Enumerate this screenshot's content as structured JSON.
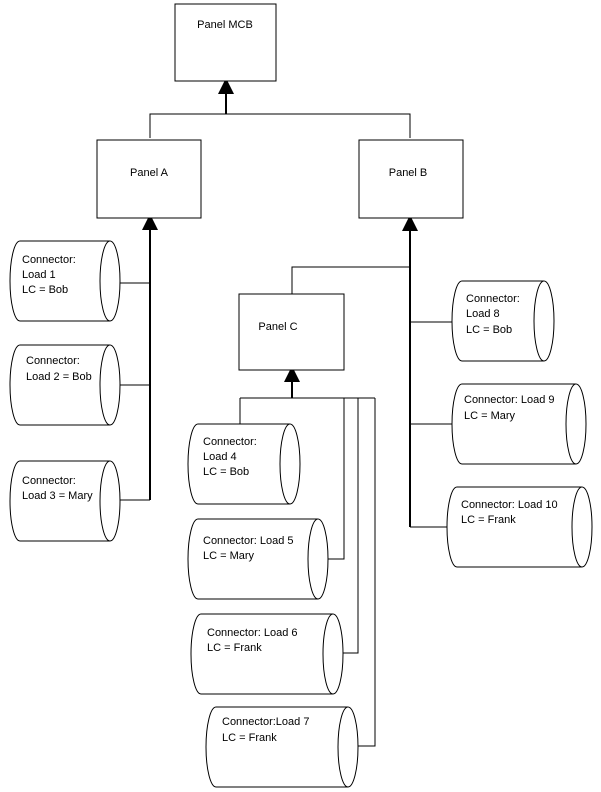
{
  "panels": {
    "mcb": "Panel MCB",
    "a": "Panel A",
    "b": "Panel B",
    "c": "Panel C"
  },
  "connectors": {
    "load1": [
      "Connector:",
      "Load 1",
      "LC = Bob"
    ],
    "load2": [
      "Connector:",
      "Load 2 = Bob"
    ],
    "load3": [
      "Connector:",
      "Load 3 = Mary"
    ],
    "load4": [
      "Connector:",
      "Load 4",
      "LC = Bob"
    ],
    "load5": [
      "Connector: Load 5",
      "LC = Mary"
    ],
    "load6": [
      "Connector: Load 6",
      "LC = Frank"
    ],
    "load7": [
      "Connector:Load 7",
      "LC = Frank"
    ],
    "load8": [
      "Connector:",
      "Load 8",
      "LC = Bob"
    ],
    "load9": [
      "Connector: Load 9",
      "LC = Mary"
    ],
    "load10": [
      "Connector: Load 10",
      "LC = Frank"
    ]
  }
}
